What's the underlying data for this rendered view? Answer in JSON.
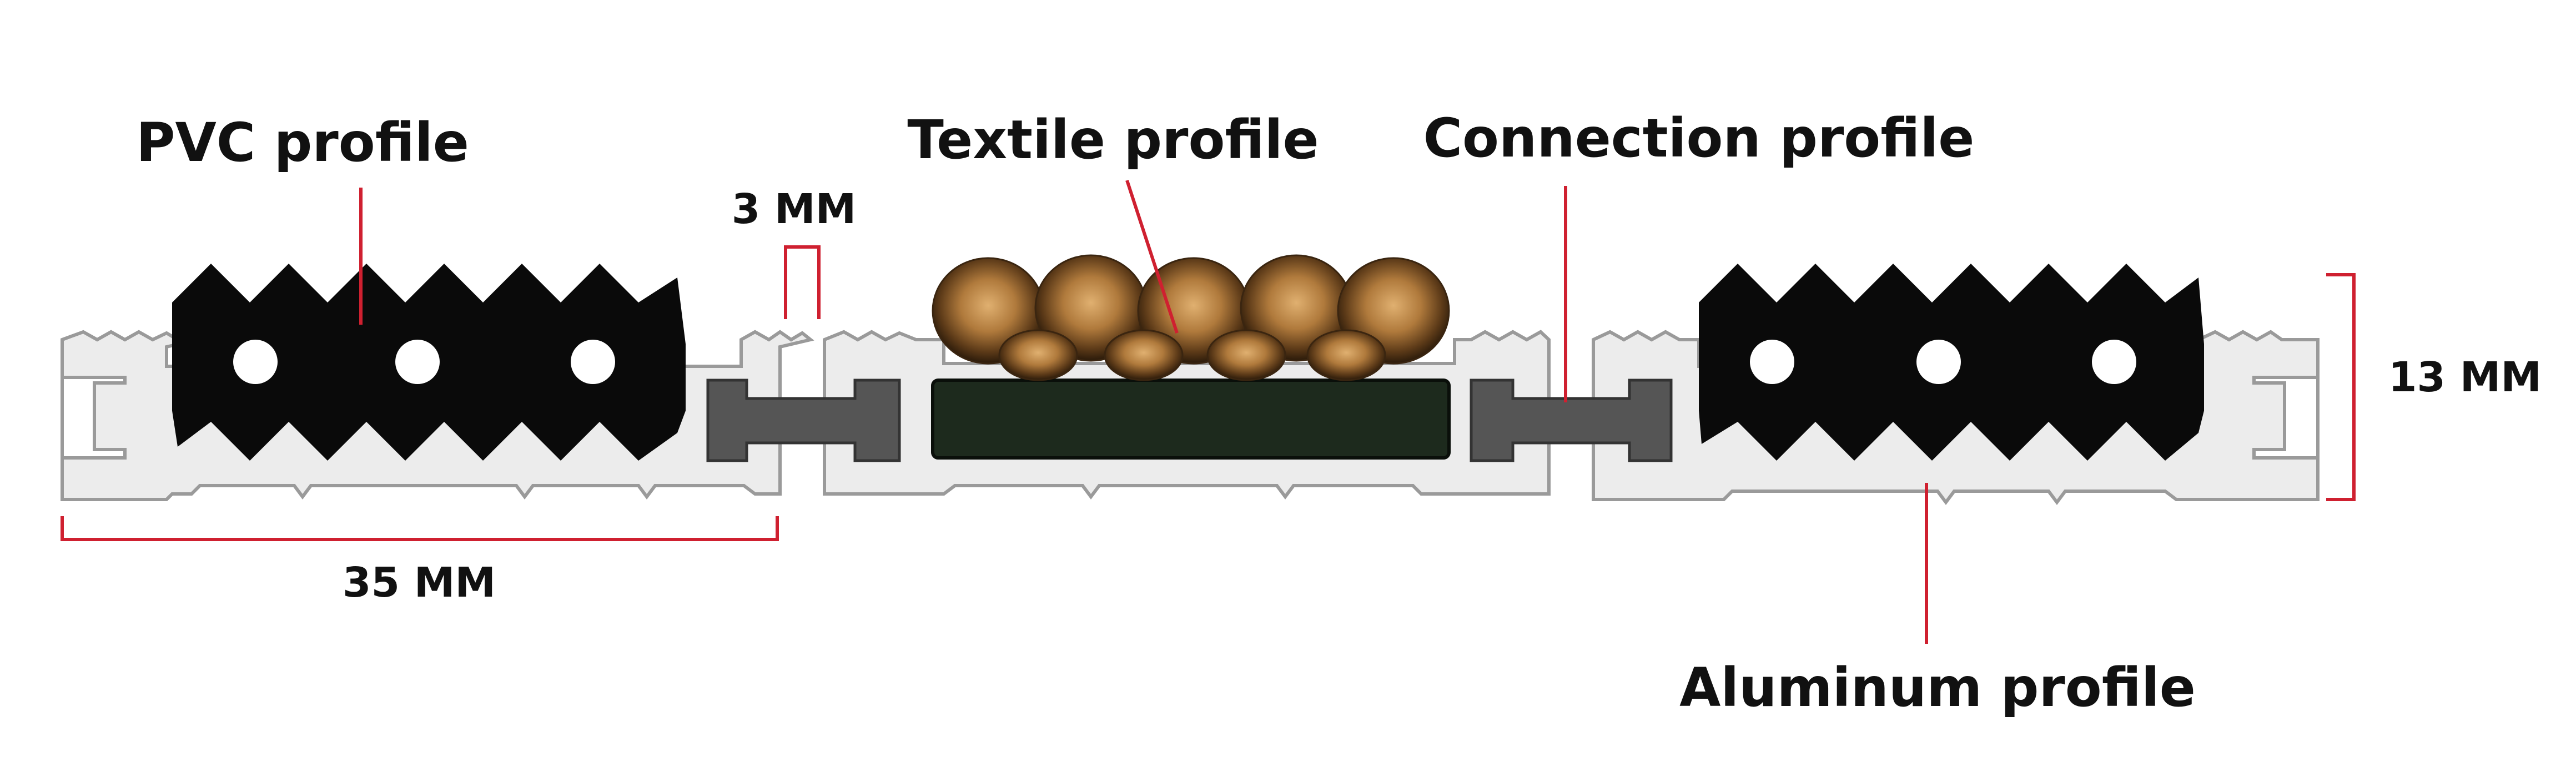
{
  "labels": {
    "pvc": "PVC profile",
    "textile": "Textile profile",
    "connection": "Connection profile",
    "aluminum": "Aluminum profile"
  },
  "dimensions": {
    "gap": "3 MM",
    "width": "35 MM",
    "height": "13 MM"
  },
  "colors": {
    "annotation_line": "#cf2030",
    "aluminum_fill": "#ececec",
    "aluminum_stroke": "#9a9a9a",
    "pvc_fill": "#0a0a0a",
    "connector_fill": "#555555",
    "textile_base": "#1d2a1d",
    "textile_fiber": "#b07a3c"
  }
}
